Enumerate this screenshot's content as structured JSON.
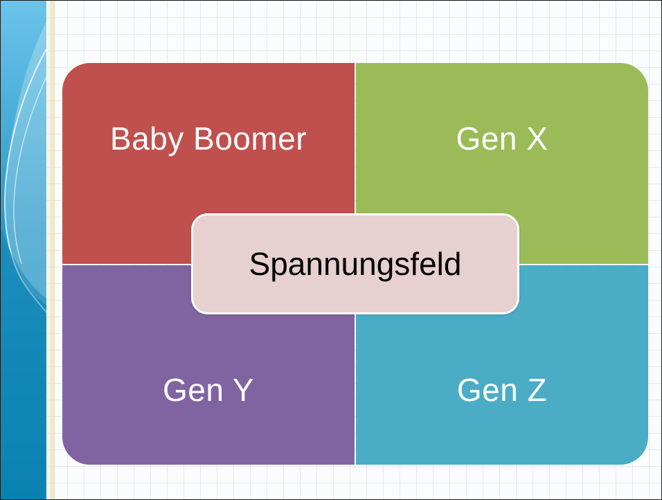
{
  "diagram": {
    "quadrants": [
      {
        "label": "Baby Boomer",
        "color": "#c0504d"
      },
      {
        "label": "Gen X",
        "color": "#9bbb59"
      },
      {
        "label": "Gen Y",
        "color": "#8064a2"
      },
      {
        "label": "Gen Z",
        "color": "#4bacc6"
      }
    ],
    "center": {
      "label": "Spannungsfeld",
      "color": "#e6d0d0"
    }
  },
  "theme": {
    "sidebar_colors": [
      "#5fb8e0",
      "#1e8fb8",
      "#0a6c94"
    ]
  }
}
